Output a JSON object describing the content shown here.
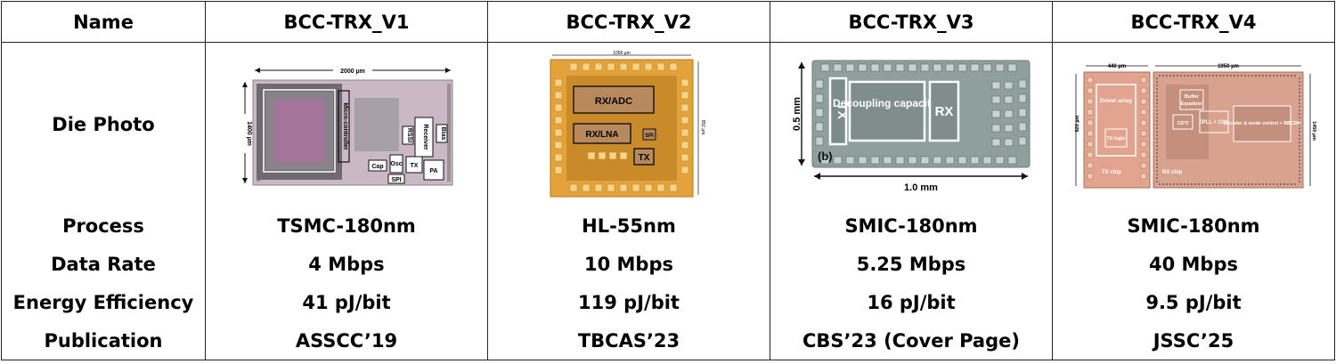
{
  "table": {
    "header": [
      "Name",
      "BCC-TRX_V1",
      "BCC-TRX_V2",
      "BCC-TRX_V3",
      "BCC-TRX_V4"
    ],
    "row_labels": {
      "die_photo": "Die Photo",
      "process": "Process",
      "data_rate": "Data Rate",
      "energy_efficiency": "Energy Efficiency",
      "publication": "Publication"
    },
    "chips": [
      {
        "name": "BCC-TRX_V1",
        "process": "TSMC-180nm",
        "data_rate": "4 Mbps",
        "energy_efficiency": "41 pJ/bit",
        "publication": "ASSCC’19",
        "die": {
          "width_label": "2000 µm",
          "height_label": "1400 µm",
          "blocks": [
            "Micro-controller",
            "Receiver",
            "RSSI",
            "Bias",
            "Cap",
            "Osc",
            "TX",
            "SPI",
            "PA"
          ]
        }
      },
      {
        "name": "BCC-TRX_V2",
        "process": "HL-55nm",
        "data_rate": "10 Mbps",
        "energy_efficiency": "119 pJ/bit",
        "publication": "TBCAS’23",
        "die": {
          "width_label": "1056 µm",
          "height_label": "952 µm",
          "blocks": [
            "RX/ADC",
            "RX/LNA",
            "SPI",
            "TX"
          ]
        }
      },
      {
        "name": "BCC-TRX_V3",
        "process": "SMIC-180nm",
        "data_rate": "5.25 Mbps",
        "energy_efficiency": "16 pJ/bit",
        "publication": "CBS’23 (Cover Page)",
        "die": {
          "width_label": "1.0 mm",
          "height_label": "0.5 mm",
          "panel_label": "(b)",
          "blocks": [
            "TX",
            "Decoupling capacitor",
            "RX"
          ]
        }
      },
      {
        "name": "BCC-TRX_V4",
        "process": "SMIC-180nm",
        "data_rate": "40 Mbps",
        "energy_efficiency": "9.5 pJ/bit",
        "publication": "JSSC’25",
        "die": {
          "width_label_left": "440 µm",
          "width_label_right": "1950 µm",
          "height_label_left": "920 µm",
          "height_label_right": "1450 µm",
          "blocks": [
            "Driver array",
            "TX logic",
            "TX chip",
            "Buffer",
            "Equalizer",
            "ZPLL + CCL",
            "CDTI",
            "Decoder & mode control + BBCDR",
            "RX chip"
          ]
        }
      }
    ]
  },
  "colors": {
    "border": "#222222",
    "v1_die": "#cbb8c6",
    "v2_die": "#e3a33a",
    "v3_die": "#8f9f9b",
    "v4_die": "#e2a48e"
  }
}
